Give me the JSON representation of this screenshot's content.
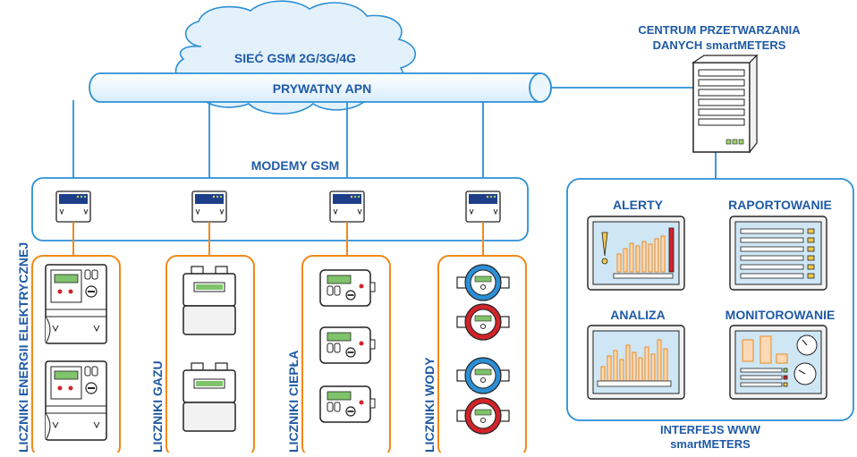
{
  "network": {
    "cloud_label": "SIEĆ GSM 2G/3G/4G",
    "apn_label": "PRYWATNY APN",
    "modems_label": "MODEMY GSM"
  },
  "server": {
    "title_line1": "CENTRUM PRZETWARZANIA",
    "title_line2": "DANYCH smartMETERS"
  },
  "meter_groups": [
    {
      "label": "LICZNIKI ENERGII ELEKTRYCZNEJ",
      "icon": "electricity-meter-icon"
    },
    {
      "label": "LICZNIKI GAZU",
      "icon": "gas-meter-icon"
    },
    {
      "label": "LICZNIKI CIEPŁA",
      "icon": "heat-meter-icon"
    },
    {
      "label": "LICZNIKI WODY",
      "icon": "water-meter-icon"
    }
  ],
  "web": {
    "panels": [
      {
        "label": "ALERTY",
        "icon": "alert-chart-icon"
      },
      {
        "label": "RAPORTOWANIE",
        "icon": "report-list-icon"
      },
      {
        "label": "ANALIZA",
        "icon": "bar-chart-icon"
      },
      {
        "label": "MONITOROWANIE",
        "icon": "gauge-dashboard-icon"
      }
    ],
    "title_line1": "INTERFEJS WWW",
    "title_line2": "smartMETERS"
  },
  "colors": {
    "blue_line": "#2b8fd6",
    "label_blue": "#1f5aa6",
    "orange": "#ef8a1a",
    "cloud_fill": "#e3f1fb",
    "screen_fill": "#cfe6f5",
    "red": "#d2232a"
  }
}
